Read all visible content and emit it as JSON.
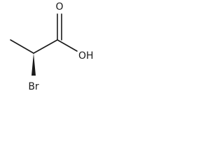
{
  "molecule": {
    "atoms": {
      "oxygen_carbonyl": "O",
      "hydroxyl": "OH",
      "bromine": "Br"
    },
    "colors": {
      "bond": "#1a1a1a",
      "text": "#1a1a1a",
      "background": "#ffffff"
    }
  }
}
